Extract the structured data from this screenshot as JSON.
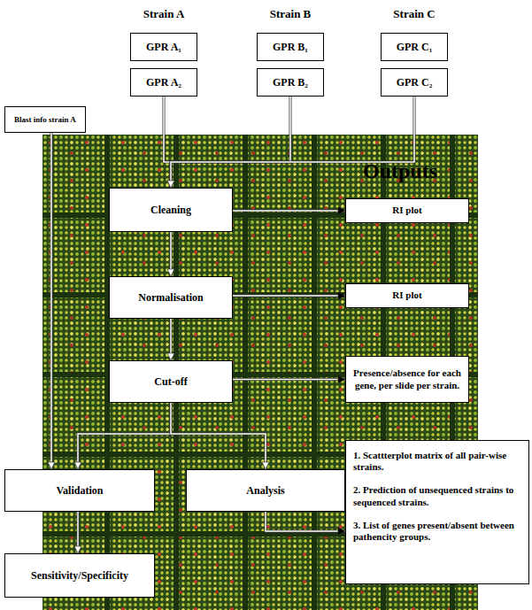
{
  "diagram": {
    "nodes": [
      {
        "text": [
          "GPR A₁"
        ]
      },
      {
        "text": [
          "GPR A₂"
        ]
      },
      {
        "text": [
          "GPR B₁"
        ]
      },
      {
        "text": [
          "GPR B₂"
        ]
      },
      {
        "text": [
          "GPR C₁"
        ]
      },
      {
        "text": [
          "GPR C₂"
        ]
      },
      {
        "text": [
          "Blast info strain A"
        ]
      },
      {
        "text": [
          "Cleaning"
        ]
      },
      {
        "text": [
          "RI plot"
        ]
      },
      {
        "text": [
          "Normalisation"
        ]
      },
      {
        "text": [
          "RI plot"
        ]
      },
      {
        "text": [
          "Cut-off"
        ]
      },
      {
        "text": [
          "Presence/absence for each gene, per slide per strain."
        ]
      },
      {
        "text": [
          "Validation"
        ]
      },
      {
        "text": [
          "Analysis"
        ]
      },
      {
        "text": [
          "1. Scattterplot matrix of all pair-wise strains.",
          "2. Prediction of unsequenced strains to sequenced strains.",
          "3. List of genes present/absent between pathencity groups."
        ]
      },
      {
        "text": [
          "Sensitivity/Specificity"
        ]
      }
    ],
    "edges": [
      {
        "from": 1,
        "to": 7,
        "arrow": "to"
      },
      {
        "from": 3,
        "to": 7,
        "arrow": "to"
      },
      {
        "from": 5,
        "to": 7,
        "arrow": "to"
      },
      {
        "from": 6,
        "to": 13,
        "arrow": "to"
      },
      {
        "from": 7,
        "to": 9,
        "arrow": "to"
      },
      {
        "from": 9,
        "to": 11,
        "arrow": "to"
      },
      {
        "from": 11,
        "to": 13,
        "arrow": "to"
      },
      {
        "from": 11,
        "to": 14,
        "arrow": "to"
      },
      {
        "from": 13,
        "to": 16,
        "arrow": "to"
      },
      {
        "from": 7,
        "to": 8,
        "arrow": "to"
      },
      {
        "from": 9,
        "to": 10,
        "arrow": "to"
      },
      {
        "from": 11,
        "to": 12,
        "arrow": "to"
      },
      {
        "from": 14,
        "to": 15,
        "arrow": "to"
      }
    ],
    "labels": [
      "Strain A",
      "Strain B",
      "Strain C",
      "Outputs"
    ]
  }
}
